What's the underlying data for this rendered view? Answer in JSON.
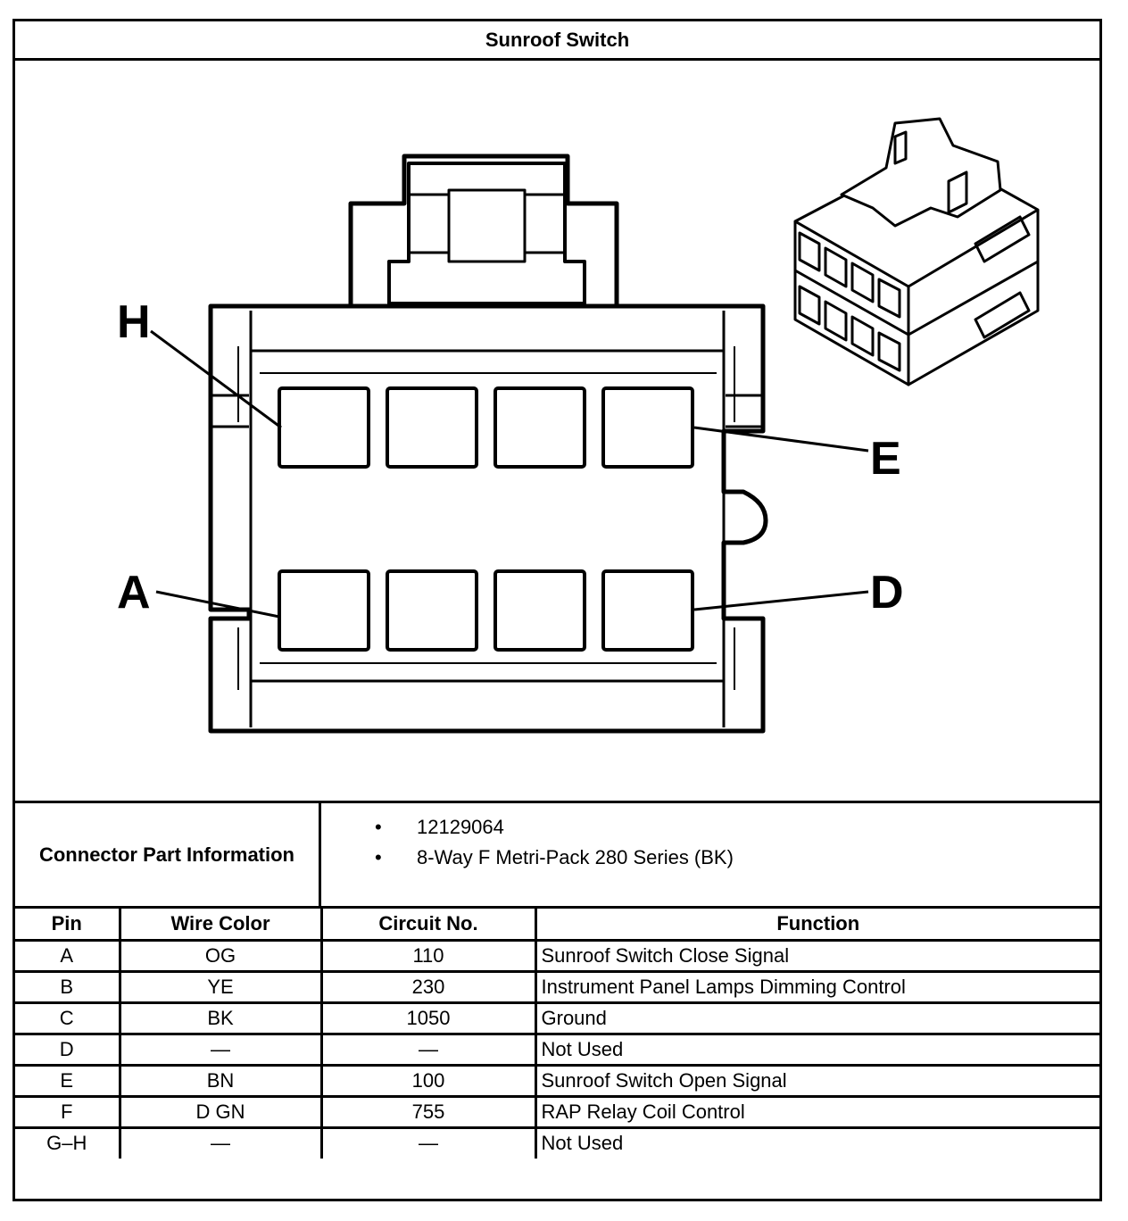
{
  "title": "Sunroof Switch",
  "diagram": {
    "callouts": [
      "H",
      "E",
      "A",
      "D"
    ]
  },
  "connector_info": {
    "label": "Connector Part Information",
    "bullet_symbol": "•",
    "items": [
      "12129064",
      "8-Way F Metri-Pack 280 Series (BK)"
    ]
  },
  "pin_table": {
    "headers": [
      "Pin",
      "Wire Color",
      "Circuit No.",
      "Function"
    ],
    "rows": [
      [
        "A",
        "OG",
        "110",
        "Sunroof Switch Close Signal"
      ],
      [
        "B",
        "YE",
        "230",
        "Instrument Panel Lamps Dimming Control"
      ],
      [
        "C",
        "BK",
        "1050",
        "Ground"
      ],
      [
        "D",
        "—",
        "—",
        "Not Used"
      ],
      [
        "E",
        "BN",
        "100",
        "Sunroof Switch Open Signal"
      ],
      [
        "F",
        "D GN",
        "755",
        "RAP Relay Coil Control"
      ],
      [
        "G–H",
        "—",
        "—",
        "Not Used"
      ]
    ]
  }
}
